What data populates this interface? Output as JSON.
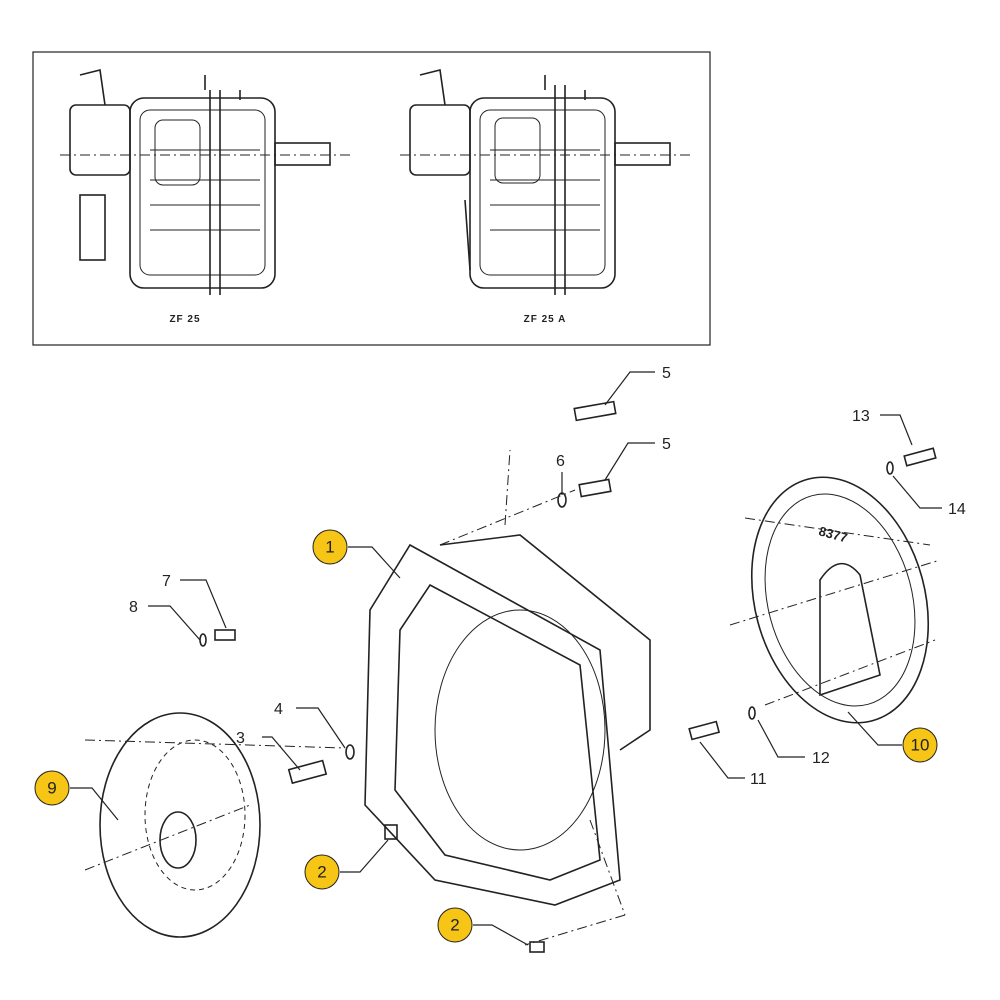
{
  "inset": {
    "variants": [
      {
        "label": "ZF 25"
      },
      {
        "label": "ZF 25 A"
      }
    ]
  },
  "plate_marking": "8377",
  "callouts": [
    {
      "number": "1",
      "highlighted": true
    },
    {
      "number": "2",
      "highlighted": true
    },
    {
      "number": "2",
      "highlighted": true
    },
    {
      "number": "3",
      "highlighted": false
    },
    {
      "number": "4",
      "highlighted": false
    },
    {
      "number": "5",
      "highlighted": false
    },
    {
      "number": "5",
      "highlighted": false
    },
    {
      "number": "6",
      "highlighted": false
    },
    {
      "number": "7",
      "highlighted": false
    },
    {
      "number": "8",
      "highlighted": false
    },
    {
      "number": "9",
      "highlighted": true
    },
    {
      "number": "10",
      "highlighted": true
    },
    {
      "number": "11",
      "highlighted": false
    },
    {
      "number": "12",
      "highlighted": false
    },
    {
      "number": "13",
      "highlighted": false
    },
    {
      "number": "14",
      "highlighted": false
    }
  ],
  "colors": {
    "highlight": "#f6c516",
    "line": "#222222"
  }
}
